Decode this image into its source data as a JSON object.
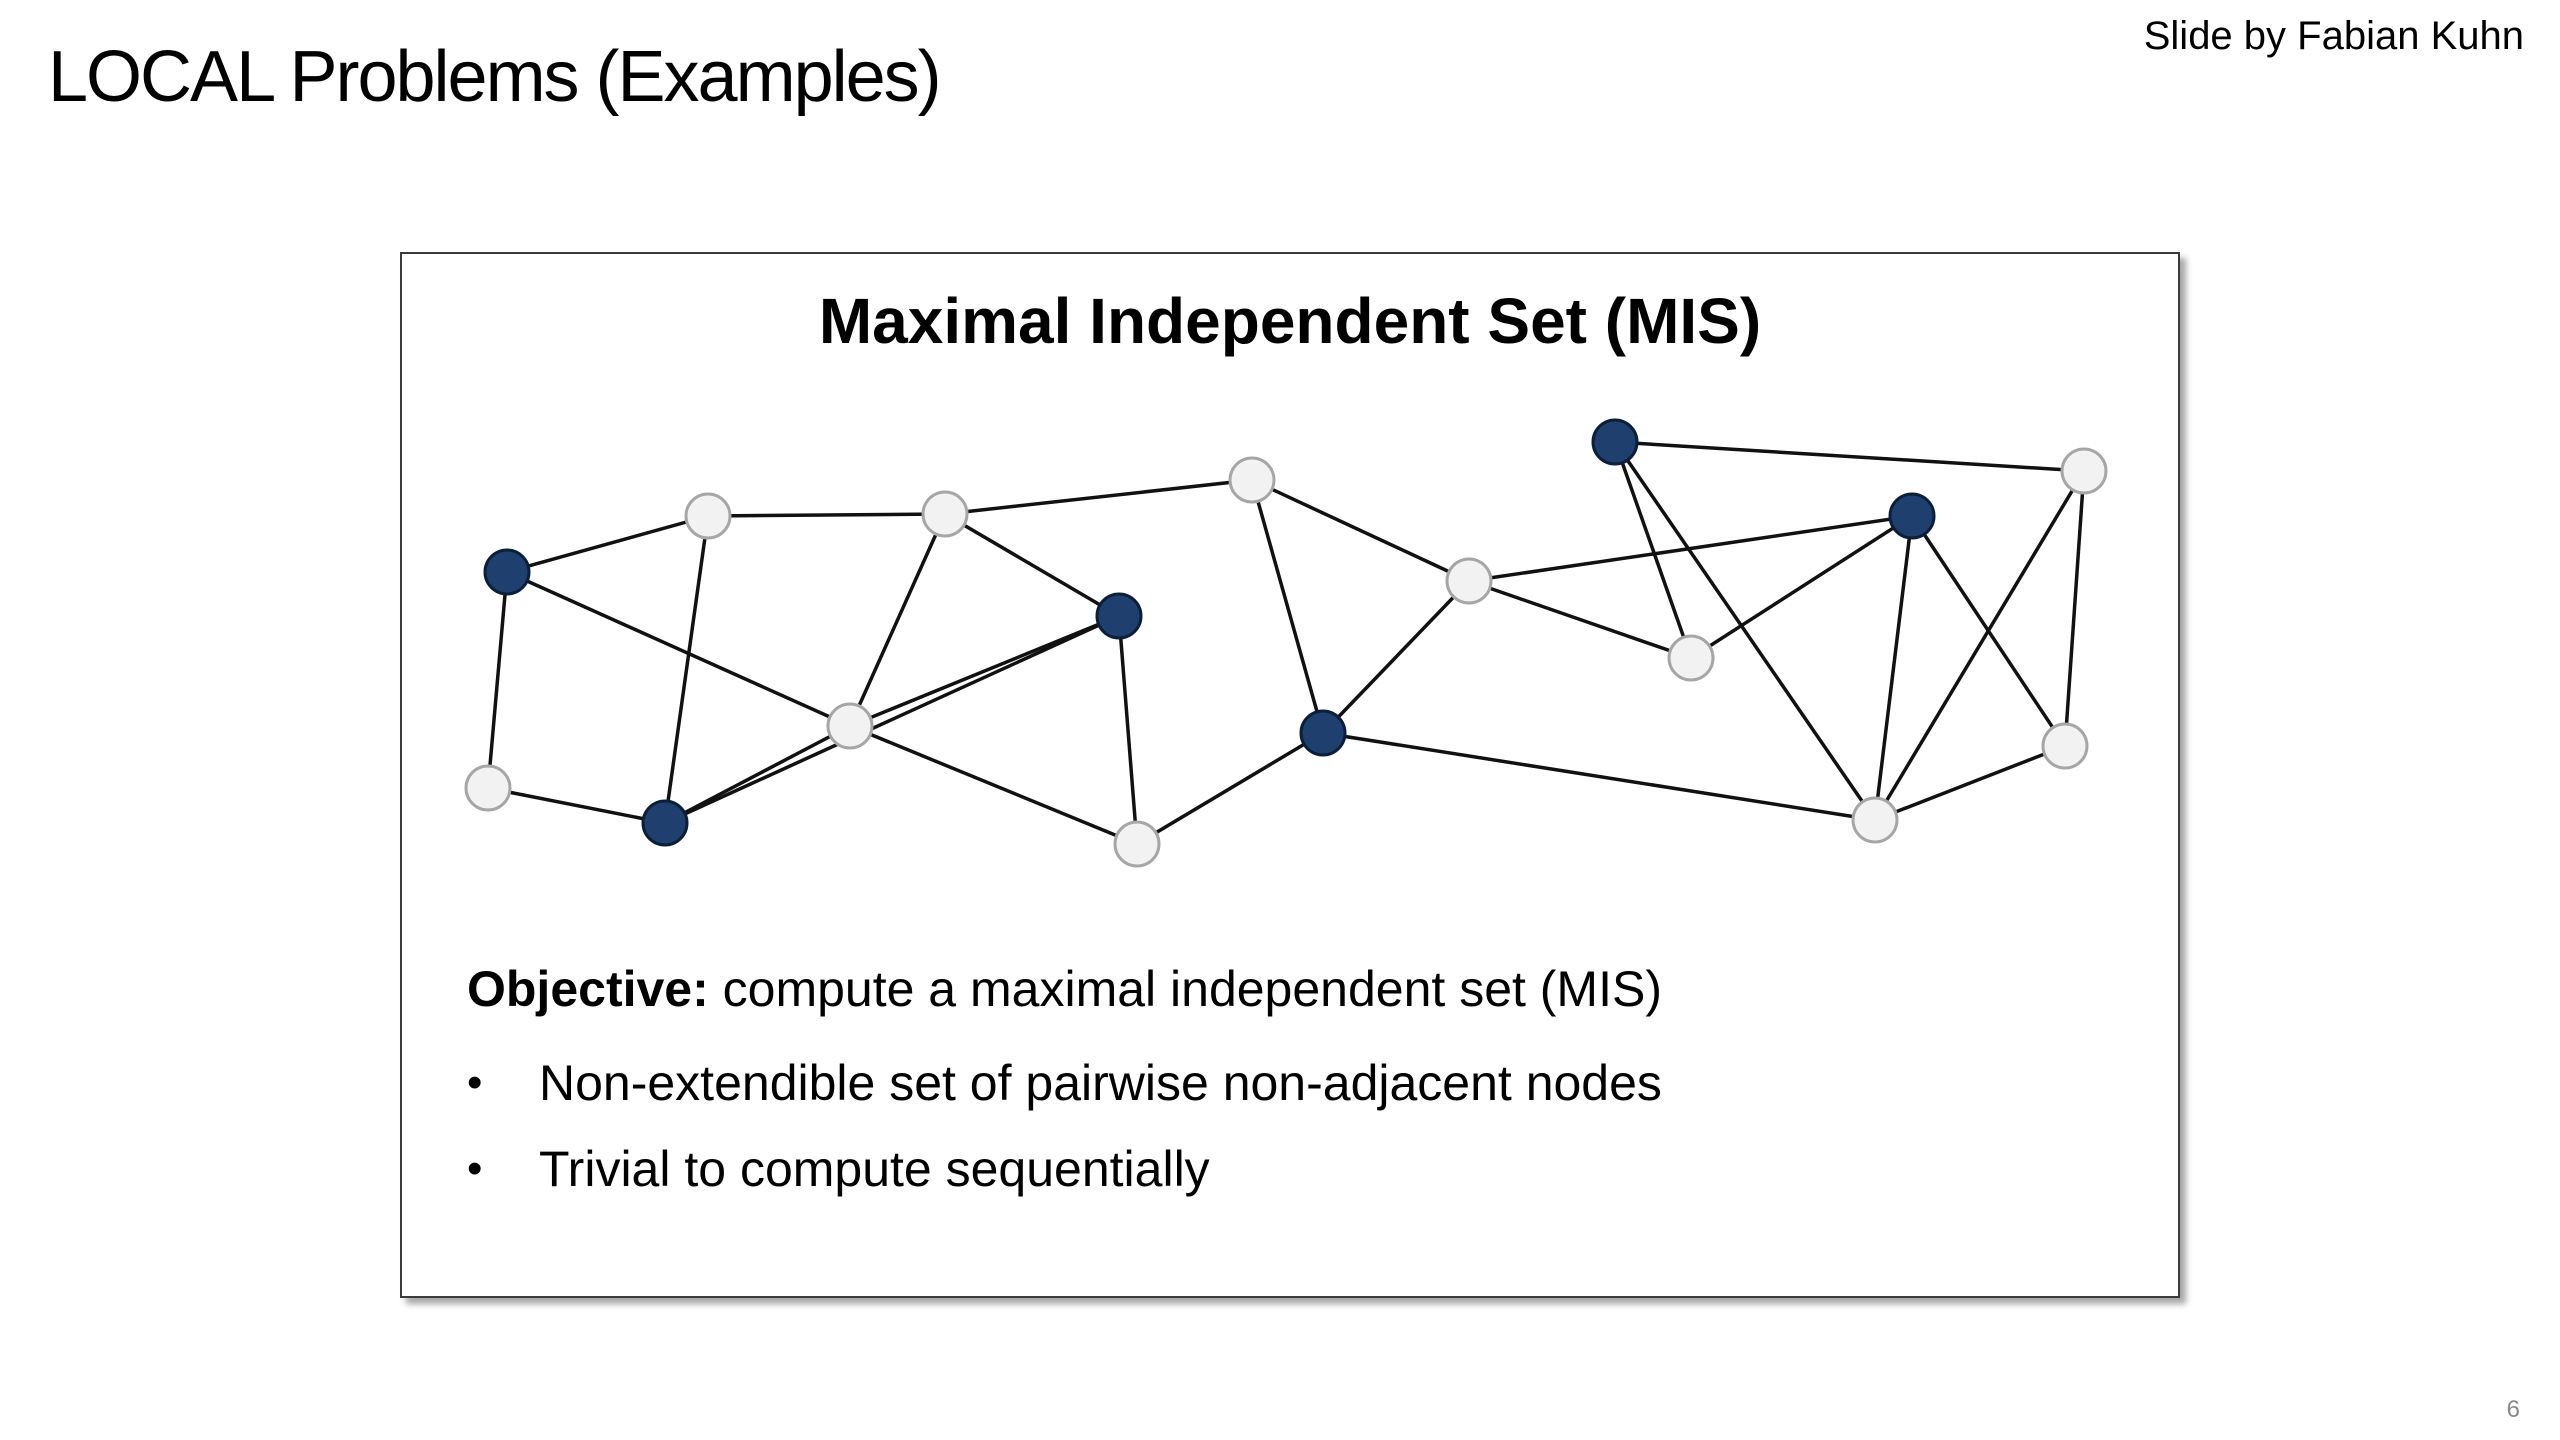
{
  "slide": {
    "title": "LOCAL Problems (Examples)",
    "credit": "Slide by Fabian Kuhn",
    "page_number": "6"
  },
  "box": {
    "title": "Maximal Independent Set (MIS)",
    "objective_label": "Objective:",
    "objective_text": " compute a maximal independent set (MIS)",
    "bullets": [
      "Non-extendible set of pairwise non-adjacent nodes",
      "Trivial to compute sequentially"
    ]
  },
  "graph": {
    "colors": {
      "mis_node": "#1f3f6f",
      "other_node": "#f2f2f2",
      "other_node_stroke": "#a6a6a6",
      "edge": "#111111"
    },
    "nodes": [
      {
        "id": "A",
        "in_mis": true
      },
      {
        "id": "B",
        "in_mis": false
      },
      {
        "id": "C",
        "in_mis": false
      },
      {
        "id": "D",
        "in_mis": true
      },
      {
        "id": "E",
        "in_mis": false
      },
      {
        "id": "F",
        "in_mis": true
      },
      {
        "id": "G",
        "in_mis": false
      },
      {
        "id": "H",
        "in_mis": false
      },
      {
        "id": "I",
        "in_mis": true
      },
      {
        "id": "J",
        "in_mis": false
      },
      {
        "id": "K",
        "in_mis": false
      },
      {
        "id": "L",
        "in_mis": true
      },
      {
        "id": "M",
        "in_mis": false
      },
      {
        "id": "N",
        "in_mis": true
      },
      {
        "id": "O",
        "in_mis": false
      },
      {
        "id": "P",
        "in_mis": false
      },
      {
        "id": "Q",
        "in_mis": false
      }
    ],
    "edges": [
      [
        "A",
        "B"
      ],
      [
        "B",
        "C"
      ],
      [
        "C",
        "D"
      ],
      [
        "C",
        "E"
      ],
      [
        "A",
        "E"
      ],
      [
        "E",
        "F"
      ],
      [
        "F",
        "D"
      ],
      [
        "A",
        "G"
      ],
      [
        "G",
        "F"
      ],
      [
        "B",
        "F"
      ],
      [
        "D",
        "E"
      ],
      [
        "E",
        "H"
      ],
      [
        "D",
        "H"
      ],
      [
        "H",
        "I"
      ],
      [
        "C",
        "J"
      ],
      [
        "J",
        "K"
      ],
      [
        "J",
        "I"
      ],
      [
        "I",
        "K"
      ],
      [
        "K",
        "M"
      ],
      [
        "K",
        "N"
      ],
      [
        "M",
        "N"
      ],
      [
        "M",
        "L"
      ],
      [
        "L",
        "O"
      ],
      [
        "L",
        "P"
      ],
      [
        "O",
        "P"
      ],
      [
        "N",
        "P"
      ],
      [
        "N",
        "Q"
      ],
      [
        "Q",
        "O"
      ],
      [
        "I",
        "P"
      ],
      [
        "P",
        "Q"
      ]
    ]
  }
}
